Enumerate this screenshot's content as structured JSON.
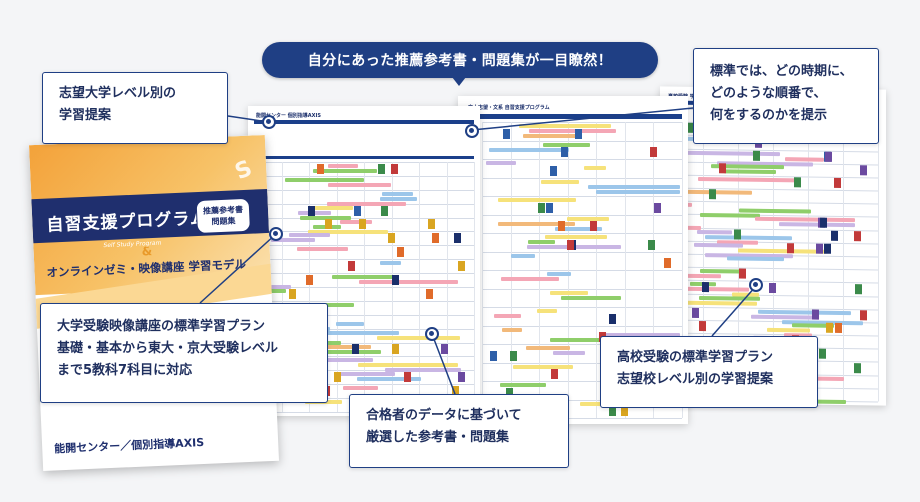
{
  "banner": {
    "text": "自分にあった推薦参考書・問題集が一目瞭然！"
  },
  "booklet": {
    "title": "自習支援プログラム",
    "subtitle_en": "Self Study Program",
    "badge_line1": "推薦参考書",
    "badge_line2": "問題集",
    "amp": "&",
    "line2": "オンラインゼミ・映像講座 学習モデル",
    "footer": "能開センター／個別指導AXIS"
  },
  "callouts": {
    "c1": [
      "志望大学レベル別の",
      "学習提案"
    ],
    "c2": [
      "標準では、どの時期に、",
      "どのような順番で、",
      "何をするのかを提示"
    ],
    "c3": [
      "大学受験映像講座の標準学習プラン",
      "基礎・基本から東大・京大受験レベル",
      "まで5教科7科目に対応"
    ],
    "c4": [
      "合格者のデータに基づいて",
      "厳選した参考書・問題集"
    ],
    "c5": [
      "高校受験の標準学習プラン",
      "志望校レベル別の学習提案"
    ]
  },
  "sheets": {
    "a_header": "能開センター 個別指導AXIS",
    "b_header": "京大志望・文系 自習支援プログラム",
    "c_header": "高校受験 学習カリキュラム"
  },
  "colors": {
    "navy": "#1f3f84",
    "orange": "#f3a23a",
    "bar_green": "#8fce6a",
    "bar_pink": "#f4a6b5",
    "bar_blue": "#9cc6ea",
    "bar_yellow": "#f6e27a"
  }
}
